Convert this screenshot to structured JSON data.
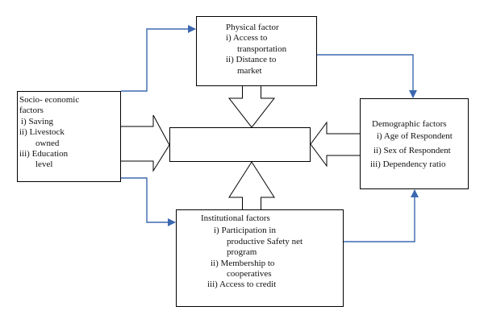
{
  "physical": {
    "title": "Physical factor",
    "items": [
      "i) Access to",
      "transportation",
      "ii) Distance to",
      "market"
    ]
  },
  "socio": {
    "title": [
      "Socio- economic",
      "factors"
    ],
    "items": [
      "i)  Saving",
      "ii)  Livestock",
      "owned",
      "iii)  Education",
      "level"
    ]
  },
  "demographic": {
    "title": "Demographic factors",
    "items": [
      "i) Age of Respondent",
      "ii) Sex of Respondent",
      "iii) Dependency ratio"
    ]
  },
  "institutional": {
    "title": "Institutional factors",
    "items": [
      "i) Participation in",
      "productive Safety net",
      "program",
      "ii) Membership to",
      "cooperatives",
      "iii) Access to credit"
    ]
  },
  "colors": {
    "box_border": "#000000",
    "connector": "#3d68b0"
  }
}
